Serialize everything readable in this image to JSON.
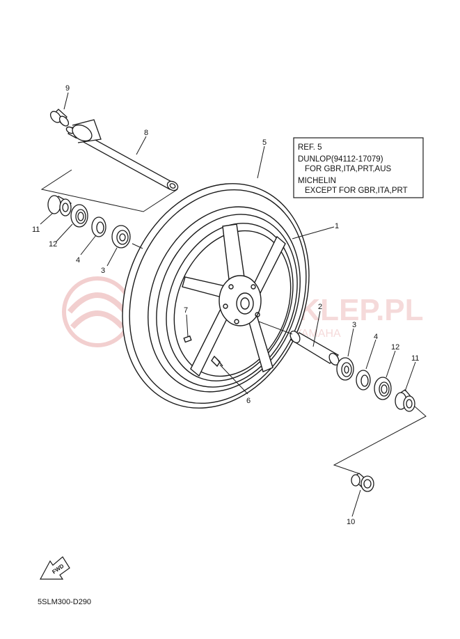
{
  "diagram": {
    "callouts": {
      "c1": "1",
      "c2": "2",
      "c3a": "3",
      "c3b": "3",
      "c4a": "4",
      "c4b": "4",
      "c5": "5",
      "c6": "6",
      "c7": "7",
      "c8": "8",
      "c9": "9",
      "c10": "10",
      "c11a": "11",
      "c11b": "11",
      "c12a": "12",
      "c12b": "12"
    },
    "ref_box": {
      "line1": "REF. 5",
      "line2": "DUNLOP(94112-17079)",
      "line3": "FOR GBR,ITA,PRT,AUS",
      "line4": "MICHELIN",
      "line5": "EXCEPT FOR GBR,ITA,PRT"
    },
    "fwd_label": "FWD",
    "diagram_code": "5SLM300-D290",
    "watermark": {
      "main": "YAMAHASKLEP.PL",
      "sub": "WOJCIECHOWSKI DEALER YAMAHA"
    }
  },
  "colors": {
    "line": "#1a1a1a",
    "watermark": "#e8a8a8"
  }
}
